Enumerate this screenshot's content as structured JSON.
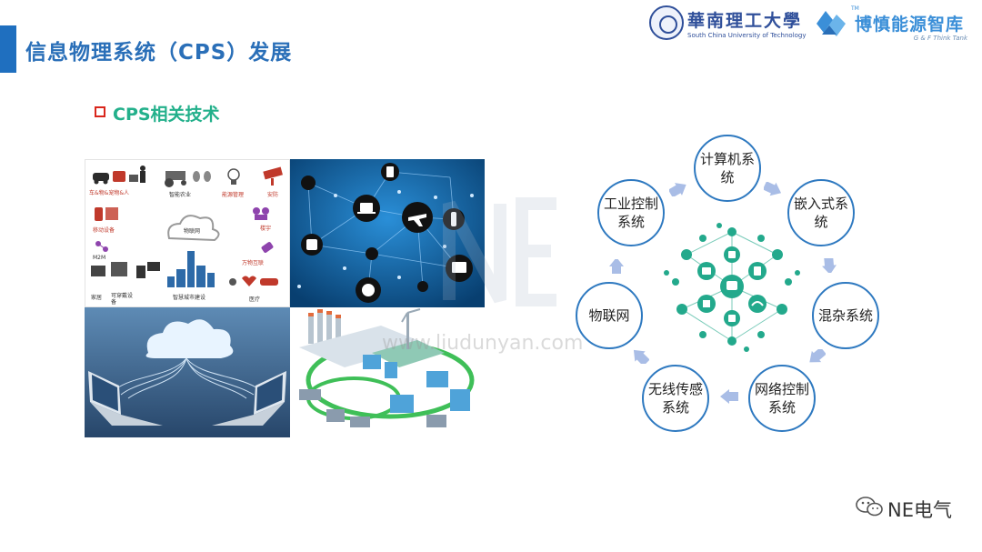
{
  "header": {
    "title": "信息物理系统（CPS）发展"
  },
  "logos": {
    "scut_cn": "華南理工大學",
    "scut_en": "South China University of Technology",
    "gf_cn": "博慎能源智库",
    "gf_en": "G & F Think Tank",
    "gf_tm": "TM"
  },
  "section": {
    "subtitle": "CPS相关技术"
  },
  "tile1_labels": {
    "vehicles": "车&物&宠物&人",
    "agriculture": "智能农业",
    "energy": "能源管理",
    "security": "安防",
    "mobile": "移动设备",
    "cloud": "物联网",
    "building": "楼宇",
    "m2m": "M2M",
    "iot": "万物互联",
    "home": "家居",
    "wearable": "可穿戴设备",
    "smart_city": "智慧城市建设",
    "medical": "医疗"
  },
  "watermark": {
    "text": "www.liudunyan.com"
  },
  "cycle": {
    "nodes": [
      "计算机系统",
      "嵌入式系统",
      "混杂系统",
      "网络控制系统",
      "无线传感系统",
      "物联网",
      "工业控制系统"
    ]
  },
  "footer": {
    "brand": "NE电气"
  },
  "colors": {
    "accent": "#1f6fbf",
    "title": "#2a6fb8",
    "subtitle": "#23b08b",
    "bullet": "#d9261c",
    "hub": "#23a98c",
    "bubble_border": "#2e79c0",
    "arrow": "#a9bde6"
  }
}
